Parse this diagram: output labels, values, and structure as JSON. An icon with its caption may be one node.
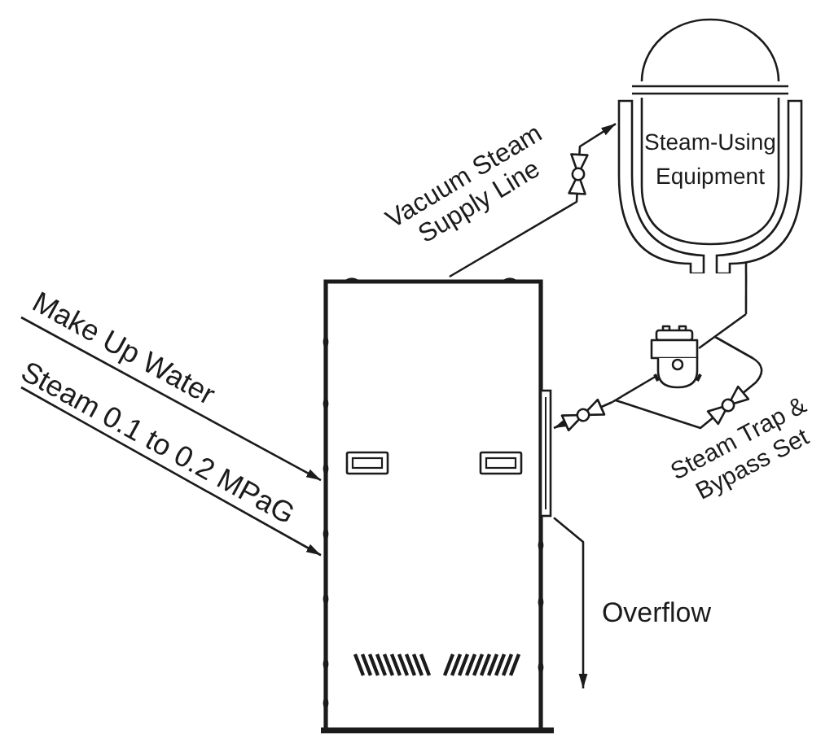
{
  "diagram": {
    "nodes": [
      {
        "text": [
          "Steam-Using Equipment"
        ]
      },
      {
        "text": [],
        "shape": "picture"
      },
      {
        "text": [],
        "shape": "picture",
        "beside": [
          "Steam Trap & Bypass Set"
        ]
      }
    ],
    "edges": [
      {
        "from": 1,
        "to": 0,
        "arrow": "to",
        "label": "Vacuum Steam Supply Line"
      },
      {
        "from": null,
        "to": 1,
        "arrow": "to",
        "label": "Make Up Water"
      },
      {
        "from": null,
        "to": 1,
        "arrow": "to",
        "label": "Steam 0.1 to 0.2 MPaG"
      },
      {
        "from": 0,
        "to": 2,
        "arrow": "none"
      },
      {
        "from": 2,
        "to": 1,
        "arrow": "to"
      },
      {
        "from": 1,
        "to": null,
        "arrow": "to",
        "label": "Overflow"
      }
    ]
  }
}
